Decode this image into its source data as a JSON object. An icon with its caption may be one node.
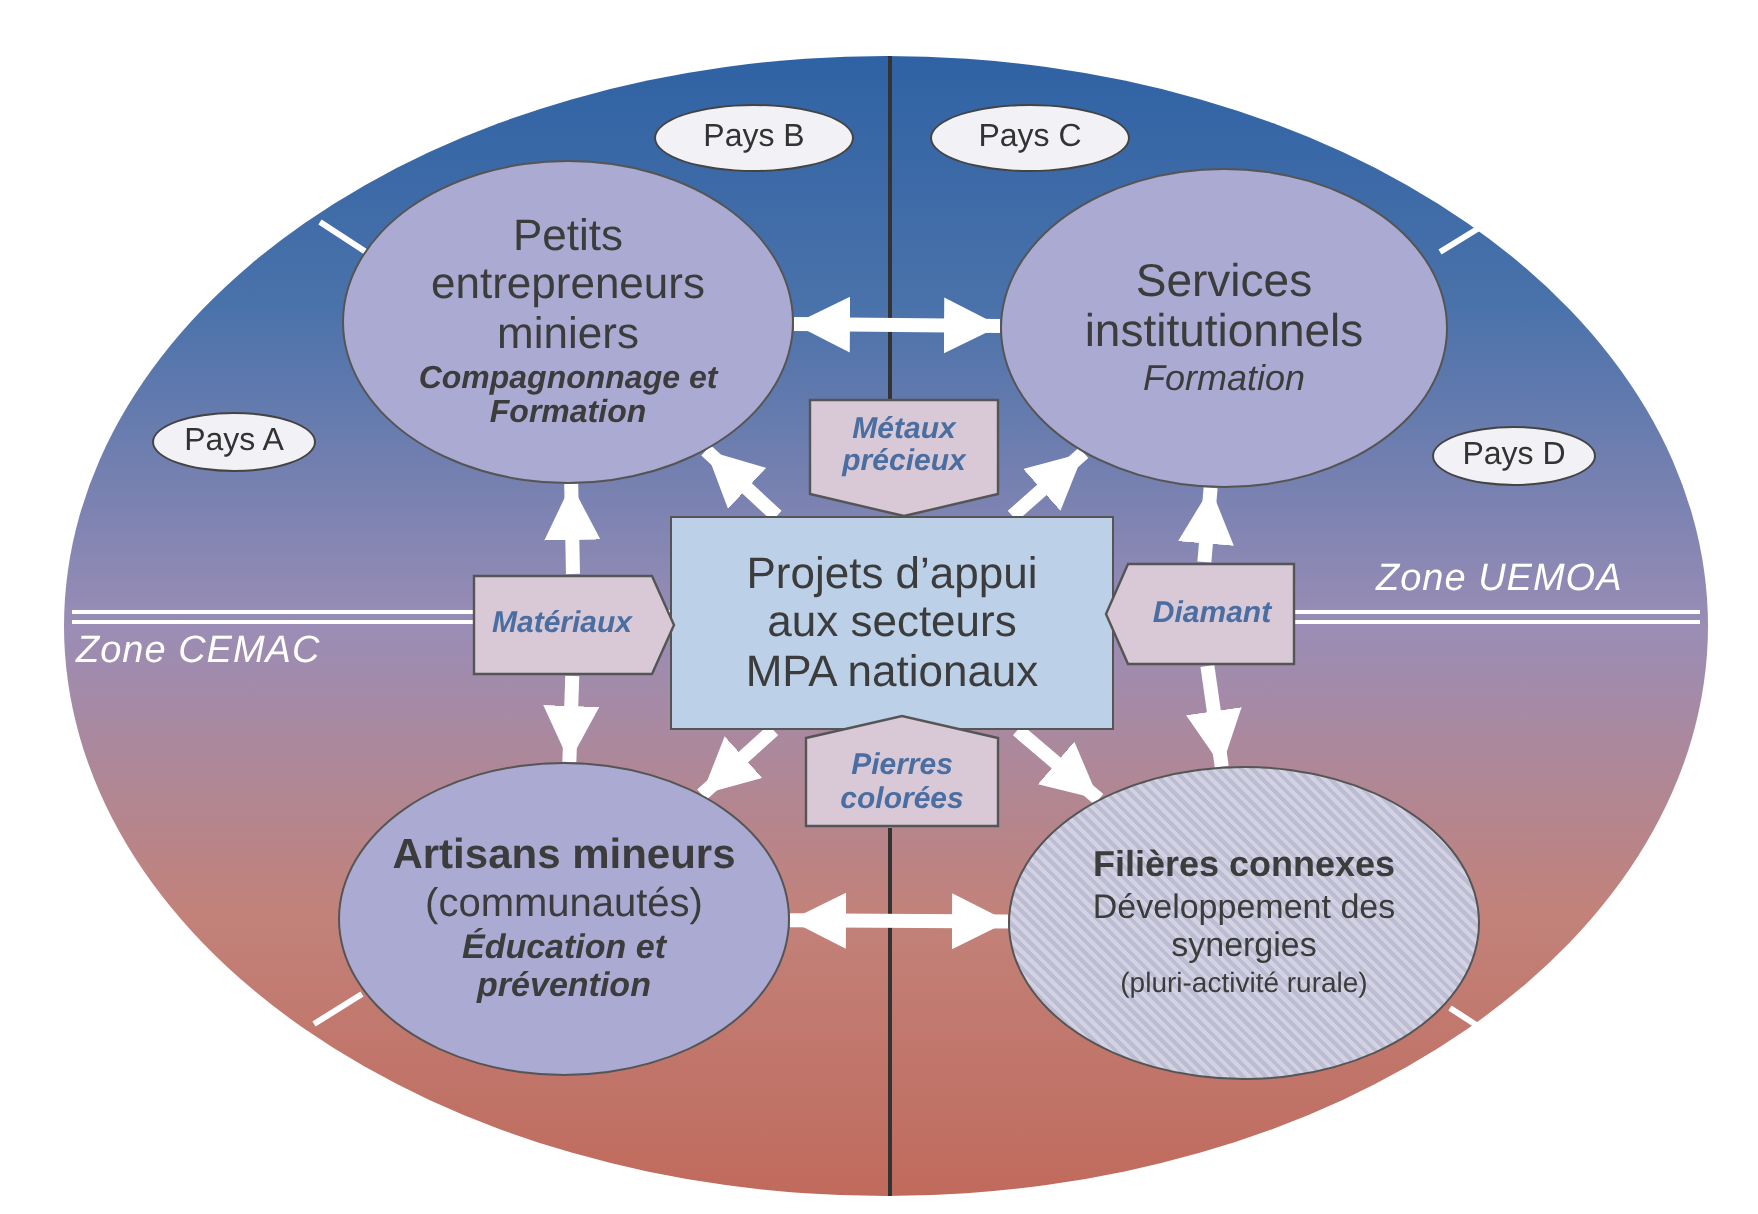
{
  "diagram": {
    "nodes": [
      {
        "text": [
          "Petits entrepreneurs miniers",
          "Compagnonnage et Formation"
        ]
      },
      {
        "text": [
          "Services institutionnels",
          "Formation"
        ]
      },
      {
        "text": [
          "Projets d’appui aux secteurs MPA nationaux"
        ]
      },
      {
        "text": [
          "Artisans mineurs",
          "(communautés)",
          "Éducation et prévention"
        ]
      },
      {
        "text": [
          "Filières connexes",
          "Développement des synergies",
          "(pluri-activité rurale)"
        ]
      },
      {
        "text": [
          "Pays A"
        ]
      },
      {
        "text": [
          "Pays B"
        ]
      },
      {
        "text": [
          "Pays C"
        ]
      },
      {
        "text": [
          "Pays D"
        ]
      },
      {
        "text": [
          "Métaux précieux"
        ]
      },
      {
        "text": [
          "Matériaux"
        ]
      },
      {
        "text": [
          "Diamant"
        ]
      },
      {
        "text": [
          "Pierres colorées"
        ]
      }
    ],
    "edges": [
      {
        "from": 0,
        "to": 1,
        "arrow": "both"
      },
      {
        "from": 3,
        "to": 4,
        "arrow": "both"
      },
      {
        "from": 2,
        "to": 0,
        "arrow": "to"
      },
      {
        "from": 2,
        "to": 1,
        "arrow": "to"
      },
      {
        "from": 2,
        "to": 3,
        "arrow": "to"
      },
      {
        "from": 2,
        "to": 4,
        "arrow": "to"
      },
      {
        "from": 10,
        "to": 0,
        "arrow": "to"
      },
      {
        "from": 10,
        "to": 3,
        "arrow": "to"
      },
      {
        "from": 11,
        "to": 1,
        "arrow": "to"
      },
      {
        "from": 11,
        "to": 4,
        "arrow": "to"
      }
    ],
    "labels": [
      "Zone UEMOA",
      "Zone CEMAC"
    ]
  }
}
